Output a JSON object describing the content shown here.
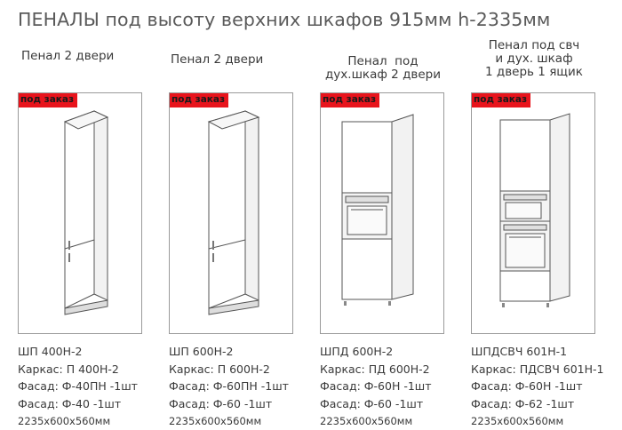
{
  "title": "ПЕНАЛЫ под высоту верхних  шкафов 915мм h-2335мм",
  "badge_color": "#e8141c",
  "products": [
    {
      "header": "Пенал 2 двери",
      "badge": "под заказ",
      "icon": "tall-cabinet-two-doors-icon",
      "code": "ШП 400Н-2",
      "frame": "Каркас: П 400Н-2",
      "facade1": "Фасад: Ф-40ПН -1шт",
      "facade2": "Фасад: Ф-40 -1шт",
      "dimensions": "2235х600х560мм"
    },
    {
      "header": "Пенал 2 двери",
      "badge": "под заказ",
      "icon": "tall-cabinet-two-doors-icon",
      "code": "ШП 600Н-2",
      "frame": "Каркас: П 600Н-2",
      "facade1": "Фасад: Ф-60ПН -1шт",
      "facade2": "Фасад: Ф-60 -1шт",
      "dimensions": "2235х600х560мм"
    },
    {
      "header": "Пенал  под\nдух.шкаф 2 двери",
      "badge": "под заказ",
      "icon": "tall-cabinet-oven-icon",
      "code": "ШПД 600Н-2",
      "frame": "Каркас: ПД 600Н-2",
      "facade1": "Фасад: Ф-60Н -1шт",
      "facade2": "Фасад: Ф-60 -1шт",
      "dimensions": "2235х600х560мм"
    },
    {
      "header": "Пенал под свч\nи дух. шкаф\n1 дверь 1 ящик",
      "badge": "под заказ",
      "icon": "tall-cabinet-microwave-oven-icon",
      "code": "ШПДСВЧ 601Н-1",
      "frame": "Каркас: ПДСВЧ 601Н-1",
      "facade1": "Фасад: Ф-60Н -1шт",
      "facade2": "Фасад: Ф-62 -1шт",
      "dimensions": "2235х600х560мм"
    }
  ]
}
